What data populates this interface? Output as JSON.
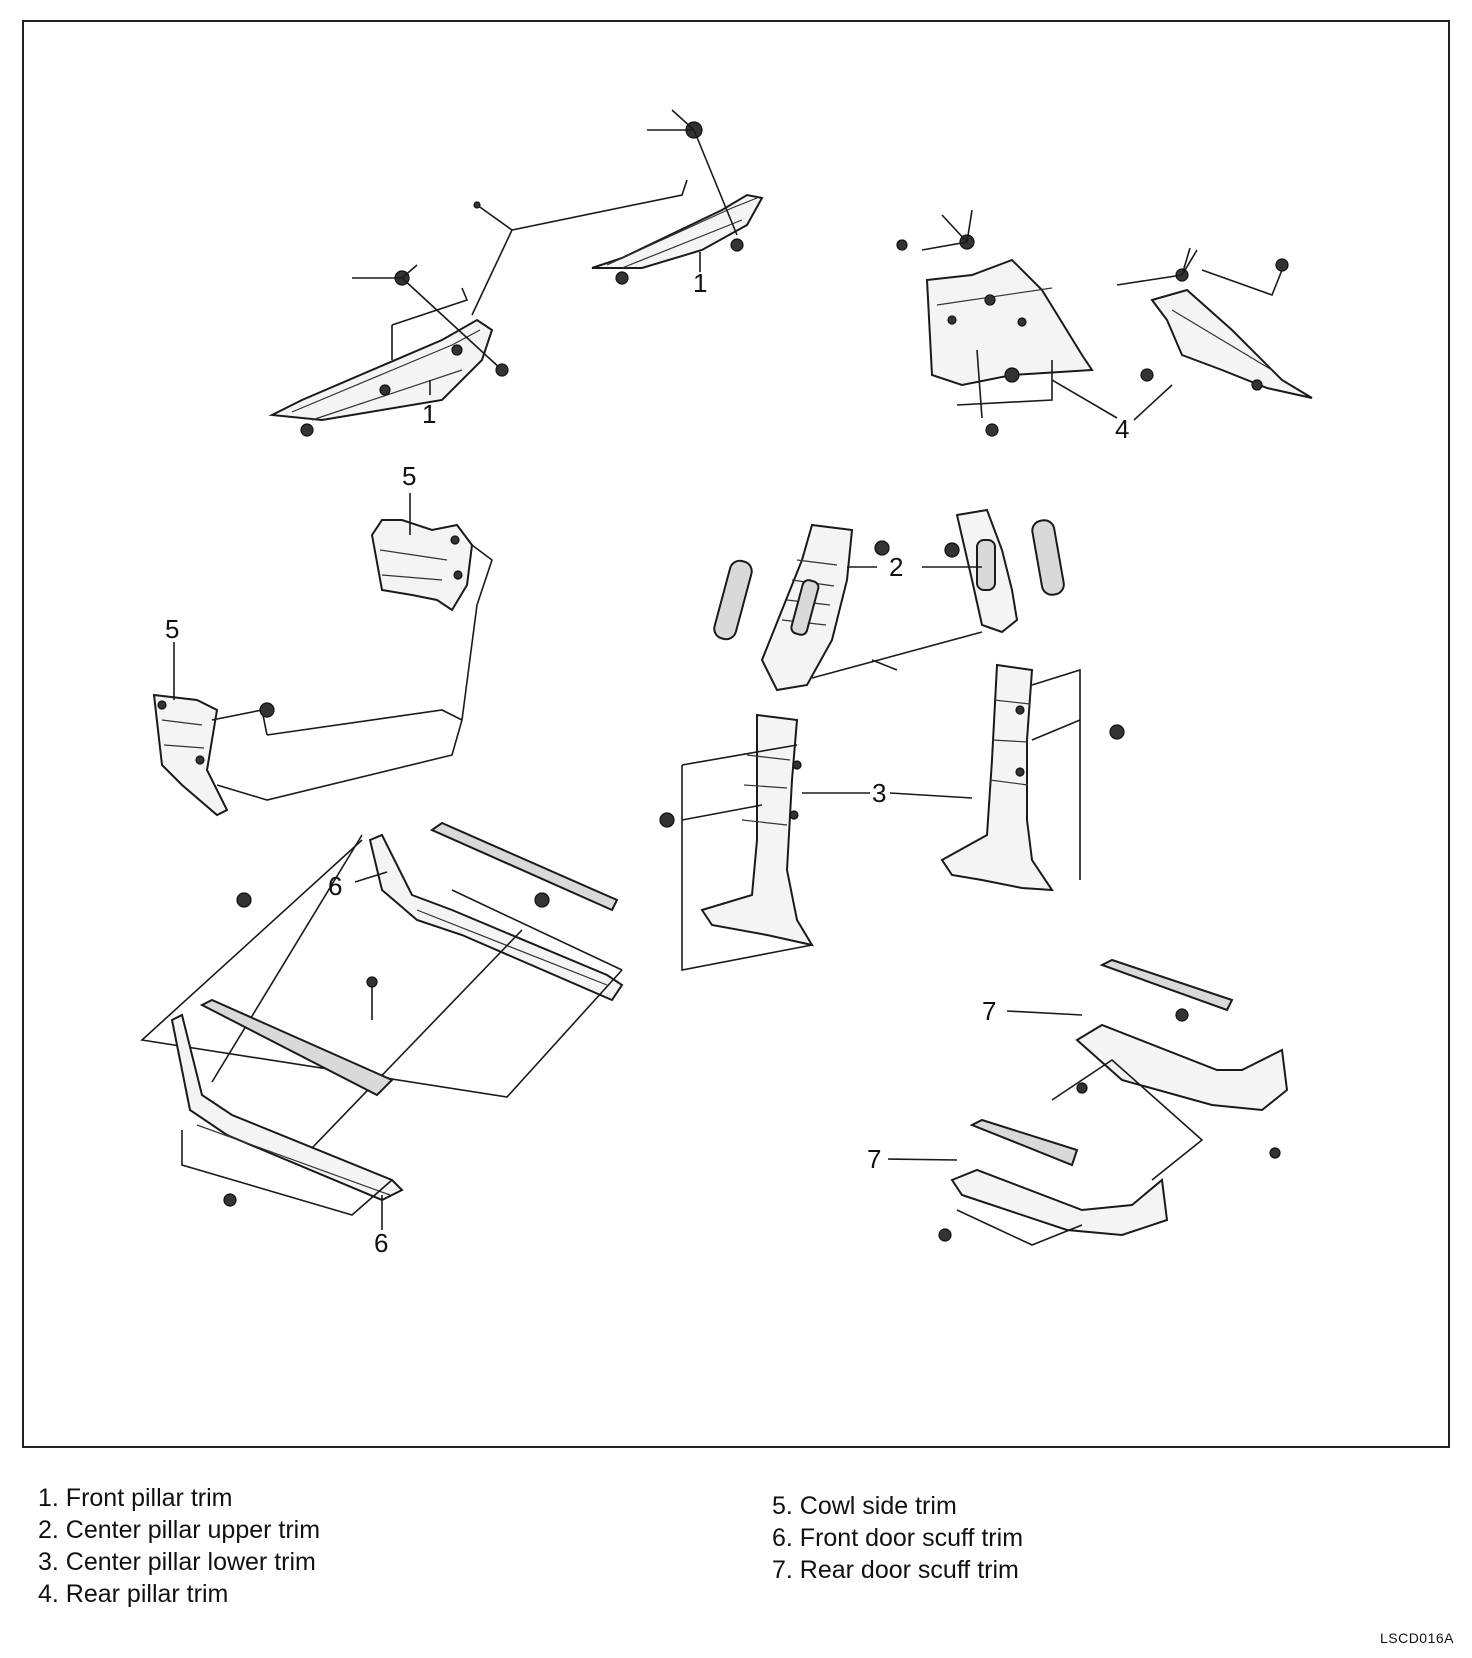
{
  "callouts": {
    "n1": "1",
    "n2": "2",
    "n3": "3",
    "n4": "4",
    "n5": "5",
    "n6": "6",
    "n7": "7"
  },
  "legend": {
    "left": [
      "1. Front pillar trim",
      "2. Center pillar upper trim",
      "3. Center pillar lower trim",
      "4. Rear pillar trim"
    ],
    "right": [
      "5. Cowl side trim",
      "6. Front door scuff trim",
      "7. Rear door scuff trim"
    ]
  },
  "figure_code": "LSCD016A"
}
